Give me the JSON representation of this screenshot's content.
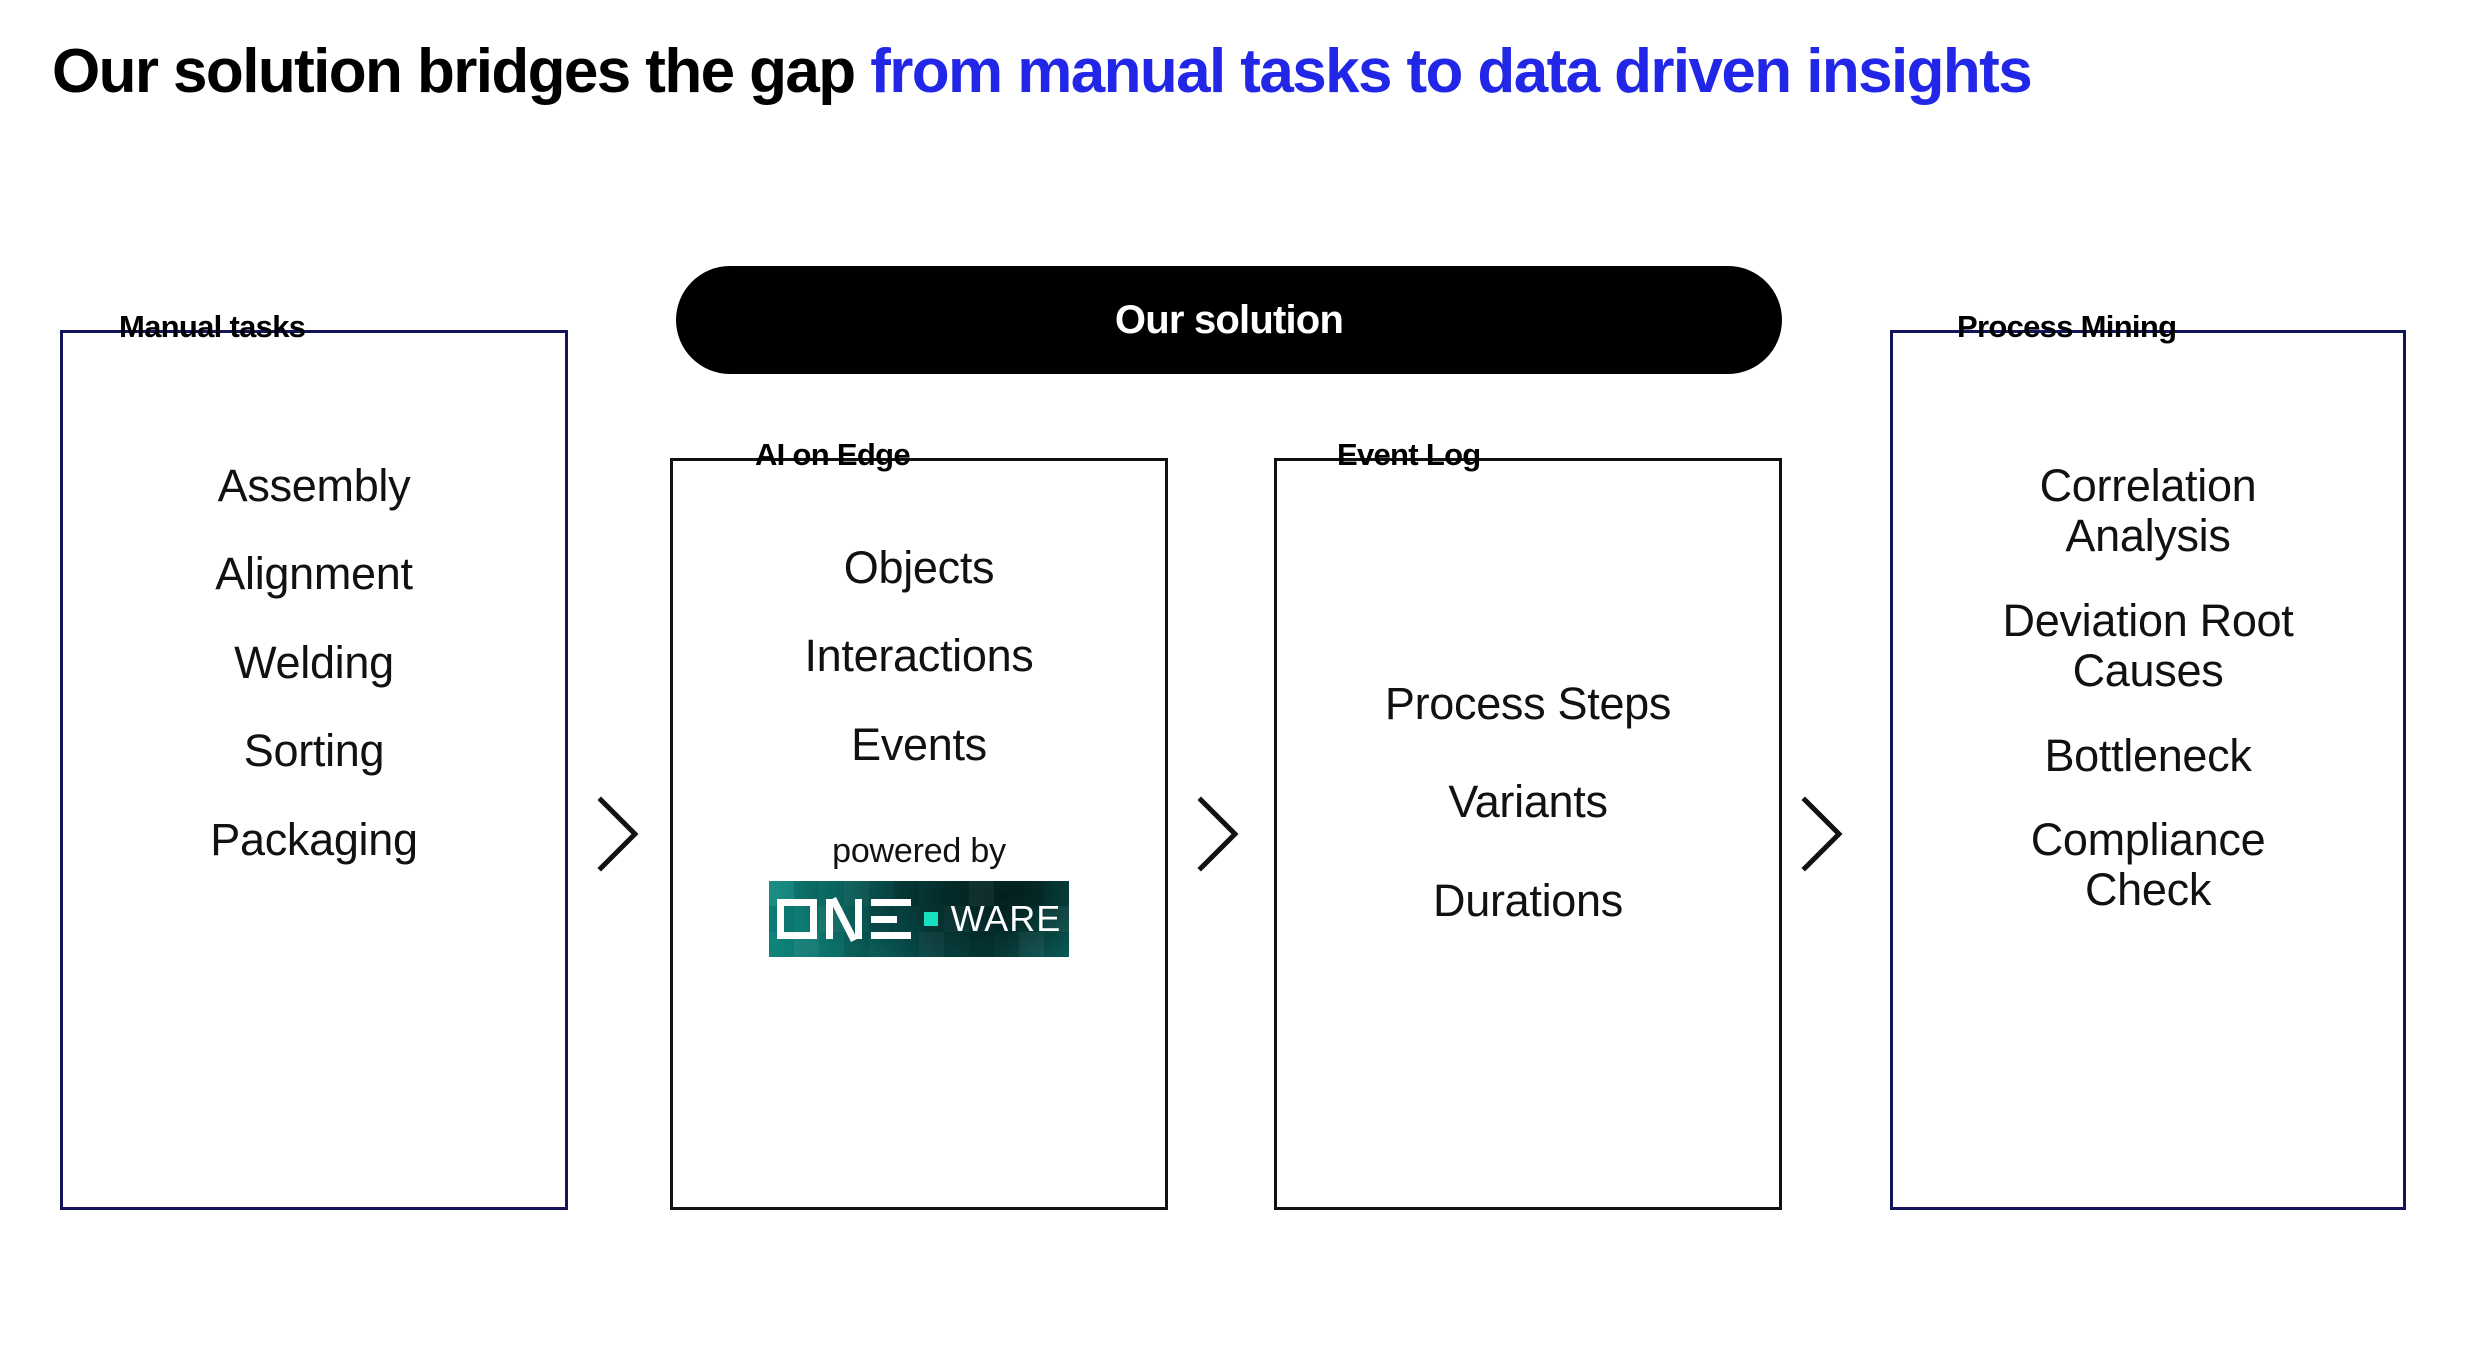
{
  "headline": {
    "lead": "Our solution bridges the gap ",
    "accent": "from manual tasks to data driven insights",
    "accent_color": "#2226e6"
  },
  "solution_banner": {
    "label": "Our solution",
    "background": "#000000",
    "text_color": "#ffffff"
  },
  "panels": [
    {
      "id": "manual-tasks",
      "label": "Manual tasks",
      "border_color": "#14145a",
      "items": [
        "Assembly",
        "Alignment",
        "Welding",
        "Sorting",
        "Packaging"
      ]
    },
    {
      "id": "ai-on-edge",
      "label": "AI on Edge",
      "border_color": "#111111",
      "items": [
        "Objects",
        "Interactions",
        "Events"
      ],
      "powered_by": "powered by",
      "logo": {
        "name": "one-ware-logo",
        "word_mark": "ONE",
        "word_mark_2": "WARE",
        "dot_color": "#16e0c0",
        "background_colors": [
          "#0f8d83",
          "#0b6f69",
          "#07403f",
          "#0a625d"
        ]
      }
    },
    {
      "id": "event-log",
      "label": "Event Log",
      "border_color": "#111111",
      "items": [
        "Process Steps",
        "Variants",
        "Durations"
      ]
    },
    {
      "id": "process-mining",
      "label": "Process Mining",
      "border_color": "#14145a",
      "items": [
        "Correlation\nAnalysis",
        "Deviation Root\nCauses",
        "Bottleneck",
        "Compliance\nCheck"
      ]
    }
  ],
  "connectors": [
    {
      "name": "chevron-manual-to-ai"
    },
    {
      "name": "chevron-ai-to-eventlog"
    },
    {
      "name": "chevron-eventlog-to-mining"
    }
  ]
}
